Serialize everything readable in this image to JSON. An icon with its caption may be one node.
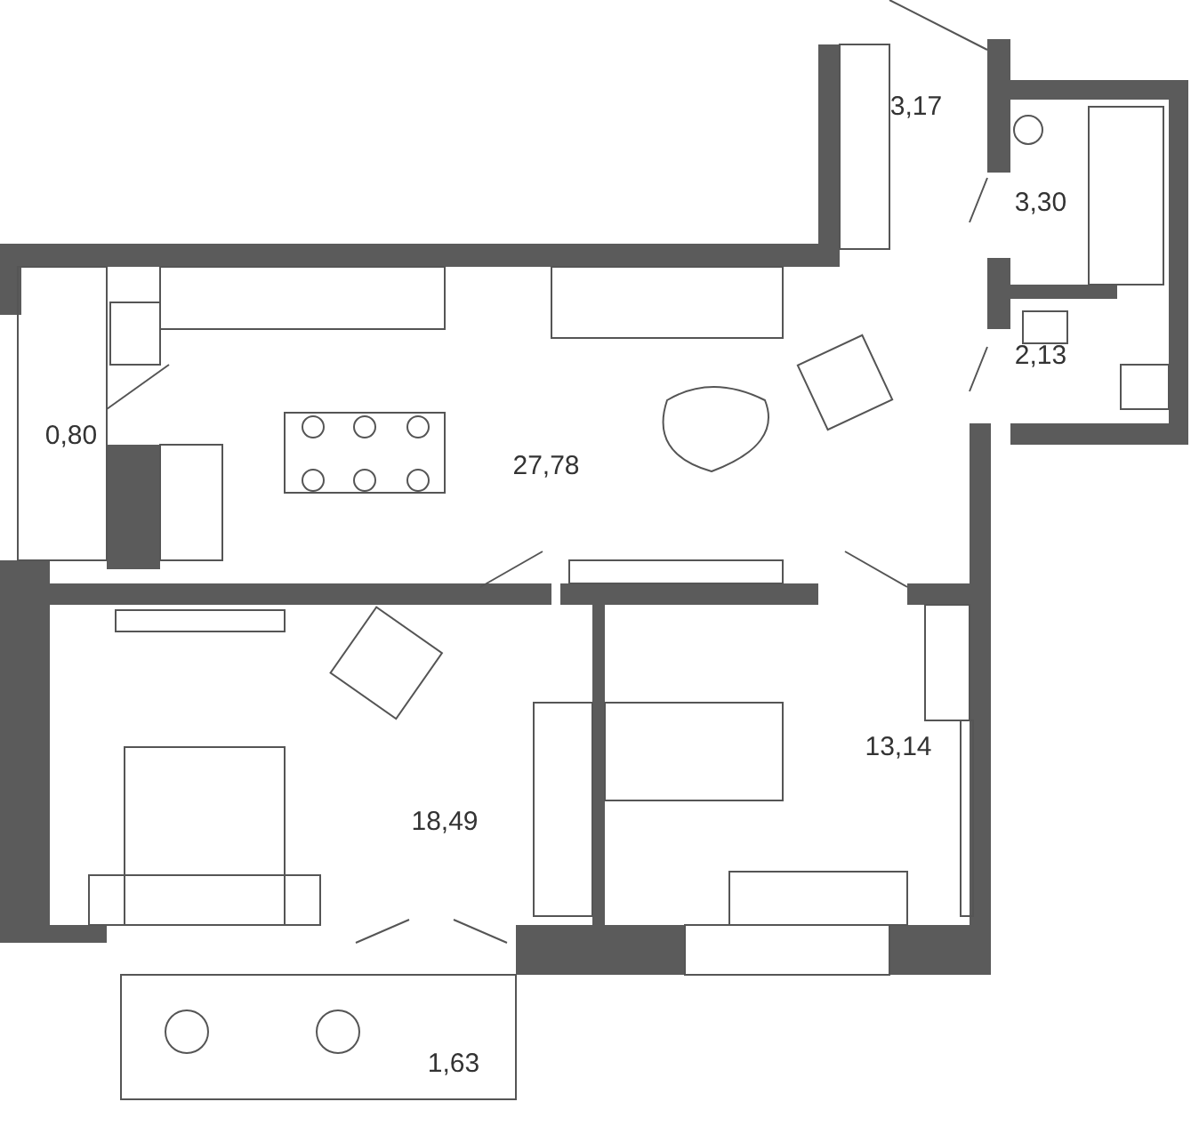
{
  "diagram": {
    "labels": [
      "3,17",
      "3,30",
      "2,13",
      "0,80",
      "27,78",
      "18,49",
      "13,14",
      "1,63"
    ]
  }
}
